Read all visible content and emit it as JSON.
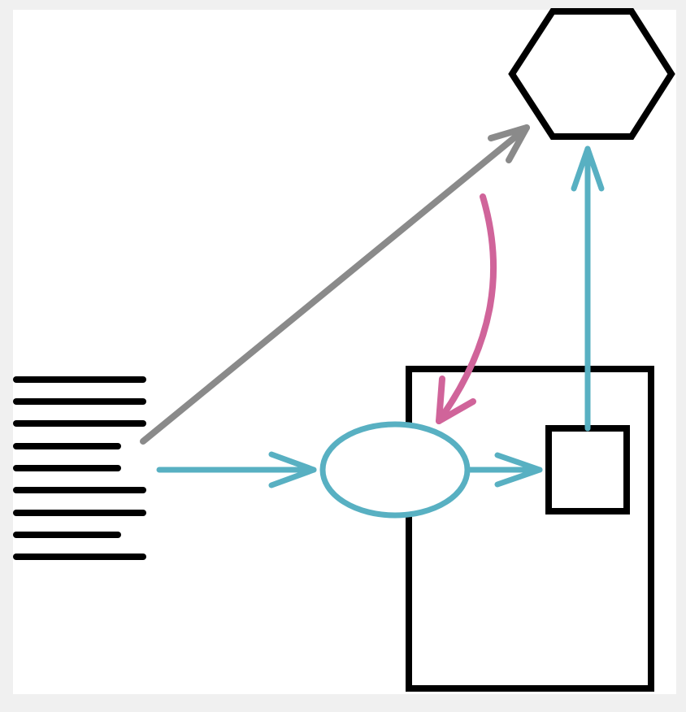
{
  "colors": {
    "page_background": "#f0f0f0",
    "canvas_background": "#ffffff",
    "outline": "#000000",
    "gray_arrow": "#8a8a8a",
    "teal_arrow": "#58b0c2",
    "pink_arrow": "#d0649a"
  },
  "shapes": [
    {
      "name": "hexagon",
      "icon": "hexagon-node"
    },
    {
      "name": "large-rectangle",
      "icon": "container-box"
    },
    {
      "name": "small-square",
      "icon": "square-node"
    },
    {
      "name": "oval",
      "icon": "oval-node"
    },
    {
      "name": "line-stack",
      "icon": "text-lines-icon",
      "line_count": 9
    }
  ],
  "arrows": [
    {
      "name": "gray-diagonal-arrow",
      "from": "line-stack",
      "to": "hexagon",
      "color": "gray"
    },
    {
      "name": "teal-lines-to-oval-arrow",
      "from": "line-stack",
      "to": "oval",
      "color": "teal"
    },
    {
      "name": "teal-oval-to-square-arrow",
      "from": "oval",
      "to": "small-square",
      "color": "teal"
    },
    {
      "name": "teal-square-to-hexagon-arrow",
      "from": "small-square",
      "to": "hexagon",
      "color": "teal"
    },
    {
      "name": "pink-curved-arrow",
      "from": "hexagon-region",
      "to": "oval",
      "color": "pink"
    }
  ]
}
